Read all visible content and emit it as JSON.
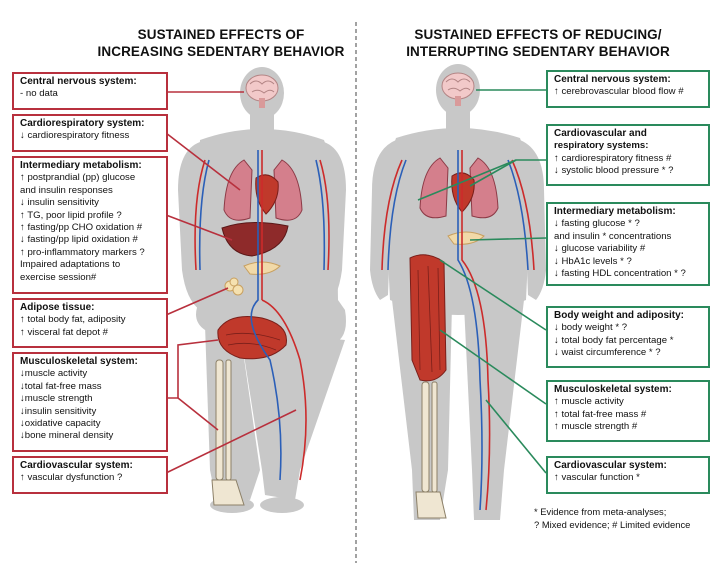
{
  "left_title": [
    "SUSTAINED EFFECTS OF",
    "INCREASING SEDENTARY BEHAVIOR"
  ],
  "right_title": [
    "SUSTAINED EFFECTS OF REDUCING/",
    "INTERRUPTING SEDENTARY BEHAVIOR"
  ],
  "colors": {
    "left_border": "#b8303d",
    "right_border": "#2a8a5c",
    "silhouette": "#c9c9c9"
  },
  "left_boxes": [
    {
      "heading": "Central nervous system:",
      "lines": [
        "- no data"
      ]
    },
    {
      "heading": "Cardiorespiratory system:",
      "lines": [
        "↓ cardiorespiratory fitness"
      ]
    },
    {
      "heading": "Intermediary metabolism:",
      "lines": [
        "↑ postprandial (pp) glucose",
        " and insulin responses",
        "↓ insulin sensitivity",
        "↑ TG, poor lipid profile ?",
        "↑ fasting/pp CHO oxidation #",
        "↓ fasting/pp lipid oxidation #",
        "↑ pro-inflammatory markers ?",
        " Impaired adaptations to",
        "exercise session#"
      ]
    },
    {
      "heading": "Adipose tissue:",
      "lines": [
        "↑ total body fat, adiposity",
        "↑ visceral fat depot #"
      ]
    },
    {
      "heading": "Musculoskeletal system:",
      "lines": [
        "↓muscle activity",
        "↓total fat-free mass",
        "↓muscle strength",
        "↓insulin sensitivity",
        "↓oxidative capacity",
        "↓bone mineral density"
      ]
    },
    {
      "heading": "Cardiovascular system:",
      "lines": [
        "↑ vascular dysfunction ?"
      ]
    }
  ],
  "right_boxes": [
    {
      "heading": "Central nervous system:",
      "lines": [
        "↑ cerebrovascular blood flow #"
      ]
    },
    {
      "heading": "Cardiovascular and",
      "lines": [
        "respiratory systems:",
        "↑ cardiorespiratory fitness #",
        "↓ systolic blood pressure * ?"
      ]
    },
    {
      "heading": "Intermediary metabolism:",
      "lines": [
        "↓ fasting glucose * ?",
        " and insulin * concentrations",
        "↓ glucose variability #",
        "↓ HbA1c levels * ?",
        "↓ fasting HDL concentration * ?"
      ]
    },
    {
      "heading": "Body weight and adiposity:",
      "lines": [
        "↓ body weight * ?",
        "↓ total body fat percentage *",
        "↓ waist circumference * ?"
      ]
    },
    {
      "heading": "Musculoskeletal system:",
      "lines": [
        "↑ muscle activity",
        "↑ total fat-free mass #",
        "↑ muscle strength #"
      ]
    },
    {
      "heading": "Cardiovascular system:",
      "lines": [
        "↑ vascular function *"
      ]
    }
  ],
  "legend": [
    "* Evidence from meta-analyses;",
    "? Mixed evidence; # Limited evidence"
  ],
  "icons": [
    "seated-body-silhouette",
    "standing-body-silhouette",
    "brain-icon",
    "lungs-icon",
    "heart-icon",
    "liver-icon",
    "pancreas-icon",
    "adipose-icon",
    "thigh-muscle-icon",
    "leg-bone-icon",
    "blood-vessels-icon"
  ]
}
